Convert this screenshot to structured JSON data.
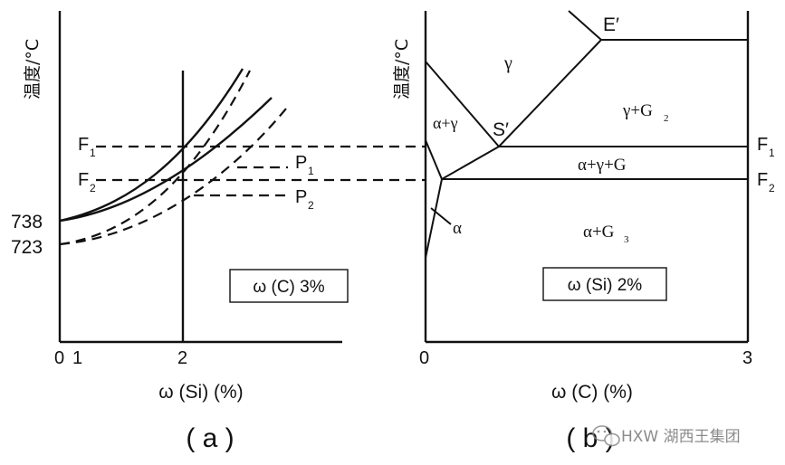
{
  "panel_a": {
    "ylabel": "温度/°C",
    "xlabel": "ω (Si) (%)",
    "x_ticks": [
      "0",
      "1",
      "2"
    ],
    "y_ticks": [
      "738",
      "723"
    ],
    "markers": [
      "F",
      "1",
      "F",
      "2",
      "P",
      "1",
      "P",
      "2"
    ],
    "annotation": "ω (C) 3%",
    "caption": "( a )"
  },
  "panel_b": {
    "ylabel": "温度/°C",
    "xlabel": "ω (C) (%)",
    "x_ticks": [
      "0",
      "3"
    ],
    "points": [
      "E′",
      "S′"
    ],
    "regions": {
      "gamma": "γ",
      "alpha_gamma": "α+γ",
      "gamma_g2": [
        "γ+G",
        "2"
      ],
      "alpha_gamma_g": "α+γ+G",
      "alpha": "α",
      "alpha_g3": [
        "α+G",
        "3"
      ]
    },
    "markers": [
      "F",
      "1",
      "F",
      "2"
    ],
    "annotation": "ω (Si) 2%",
    "caption": "( b )"
  },
  "watermark": {
    "text": "HXW 湖西王集团",
    "icon": "wechat-icon"
  }
}
